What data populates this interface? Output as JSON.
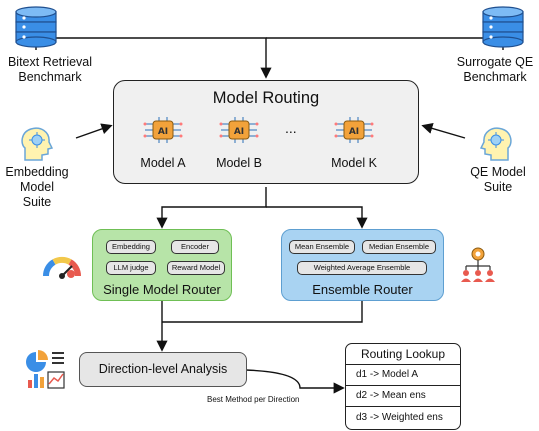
{
  "sources": {
    "bitext": {
      "line1": "Bitext Retrieval",
      "line2": "Benchmark"
    },
    "surrogate": {
      "line1": "Surrogate QE",
      "line2": "Benchmark"
    },
    "embedding_suite": {
      "line1": "Embedding",
      "line2": "Model",
      "line3": "Suite"
    },
    "qe_suite": {
      "line1": "QE Model",
      "line2": "Suite"
    }
  },
  "model_routing": {
    "title": "Model Routing",
    "models": [
      "Model A",
      "Model B",
      "Model K"
    ],
    "ellipsis": "...",
    "chip_text": "AI"
  },
  "single_router": {
    "title": "Single Model Router",
    "items": [
      "Embedding",
      "Encoder",
      "LLM judge",
      "Reward Model"
    ]
  },
  "ensemble_router": {
    "title": "Ensemble Router",
    "items": [
      "Mean Ensemble",
      "Median Ensemble",
      "Weighted Average Ensemble"
    ]
  },
  "analysis": {
    "title": "Direction-level Analysis",
    "edge_label": "Best Method per Direction"
  },
  "lookup": {
    "title": "Routing Lookup",
    "rows": [
      "d1 -> Model A",
      "d2 -> Mean ens",
      "d3 -> Weighted ens"
    ]
  },
  "colors": {
    "single_fill": "#b7e4a8",
    "single_border": "#6fbf55",
    "ensemble_fill": "#a9d3f2",
    "ensemble_border": "#5e9fd1",
    "routing_fill": "#f0f0f0",
    "database_blue": "#3a8ee6",
    "chip_orange": "#f2a23a"
  }
}
